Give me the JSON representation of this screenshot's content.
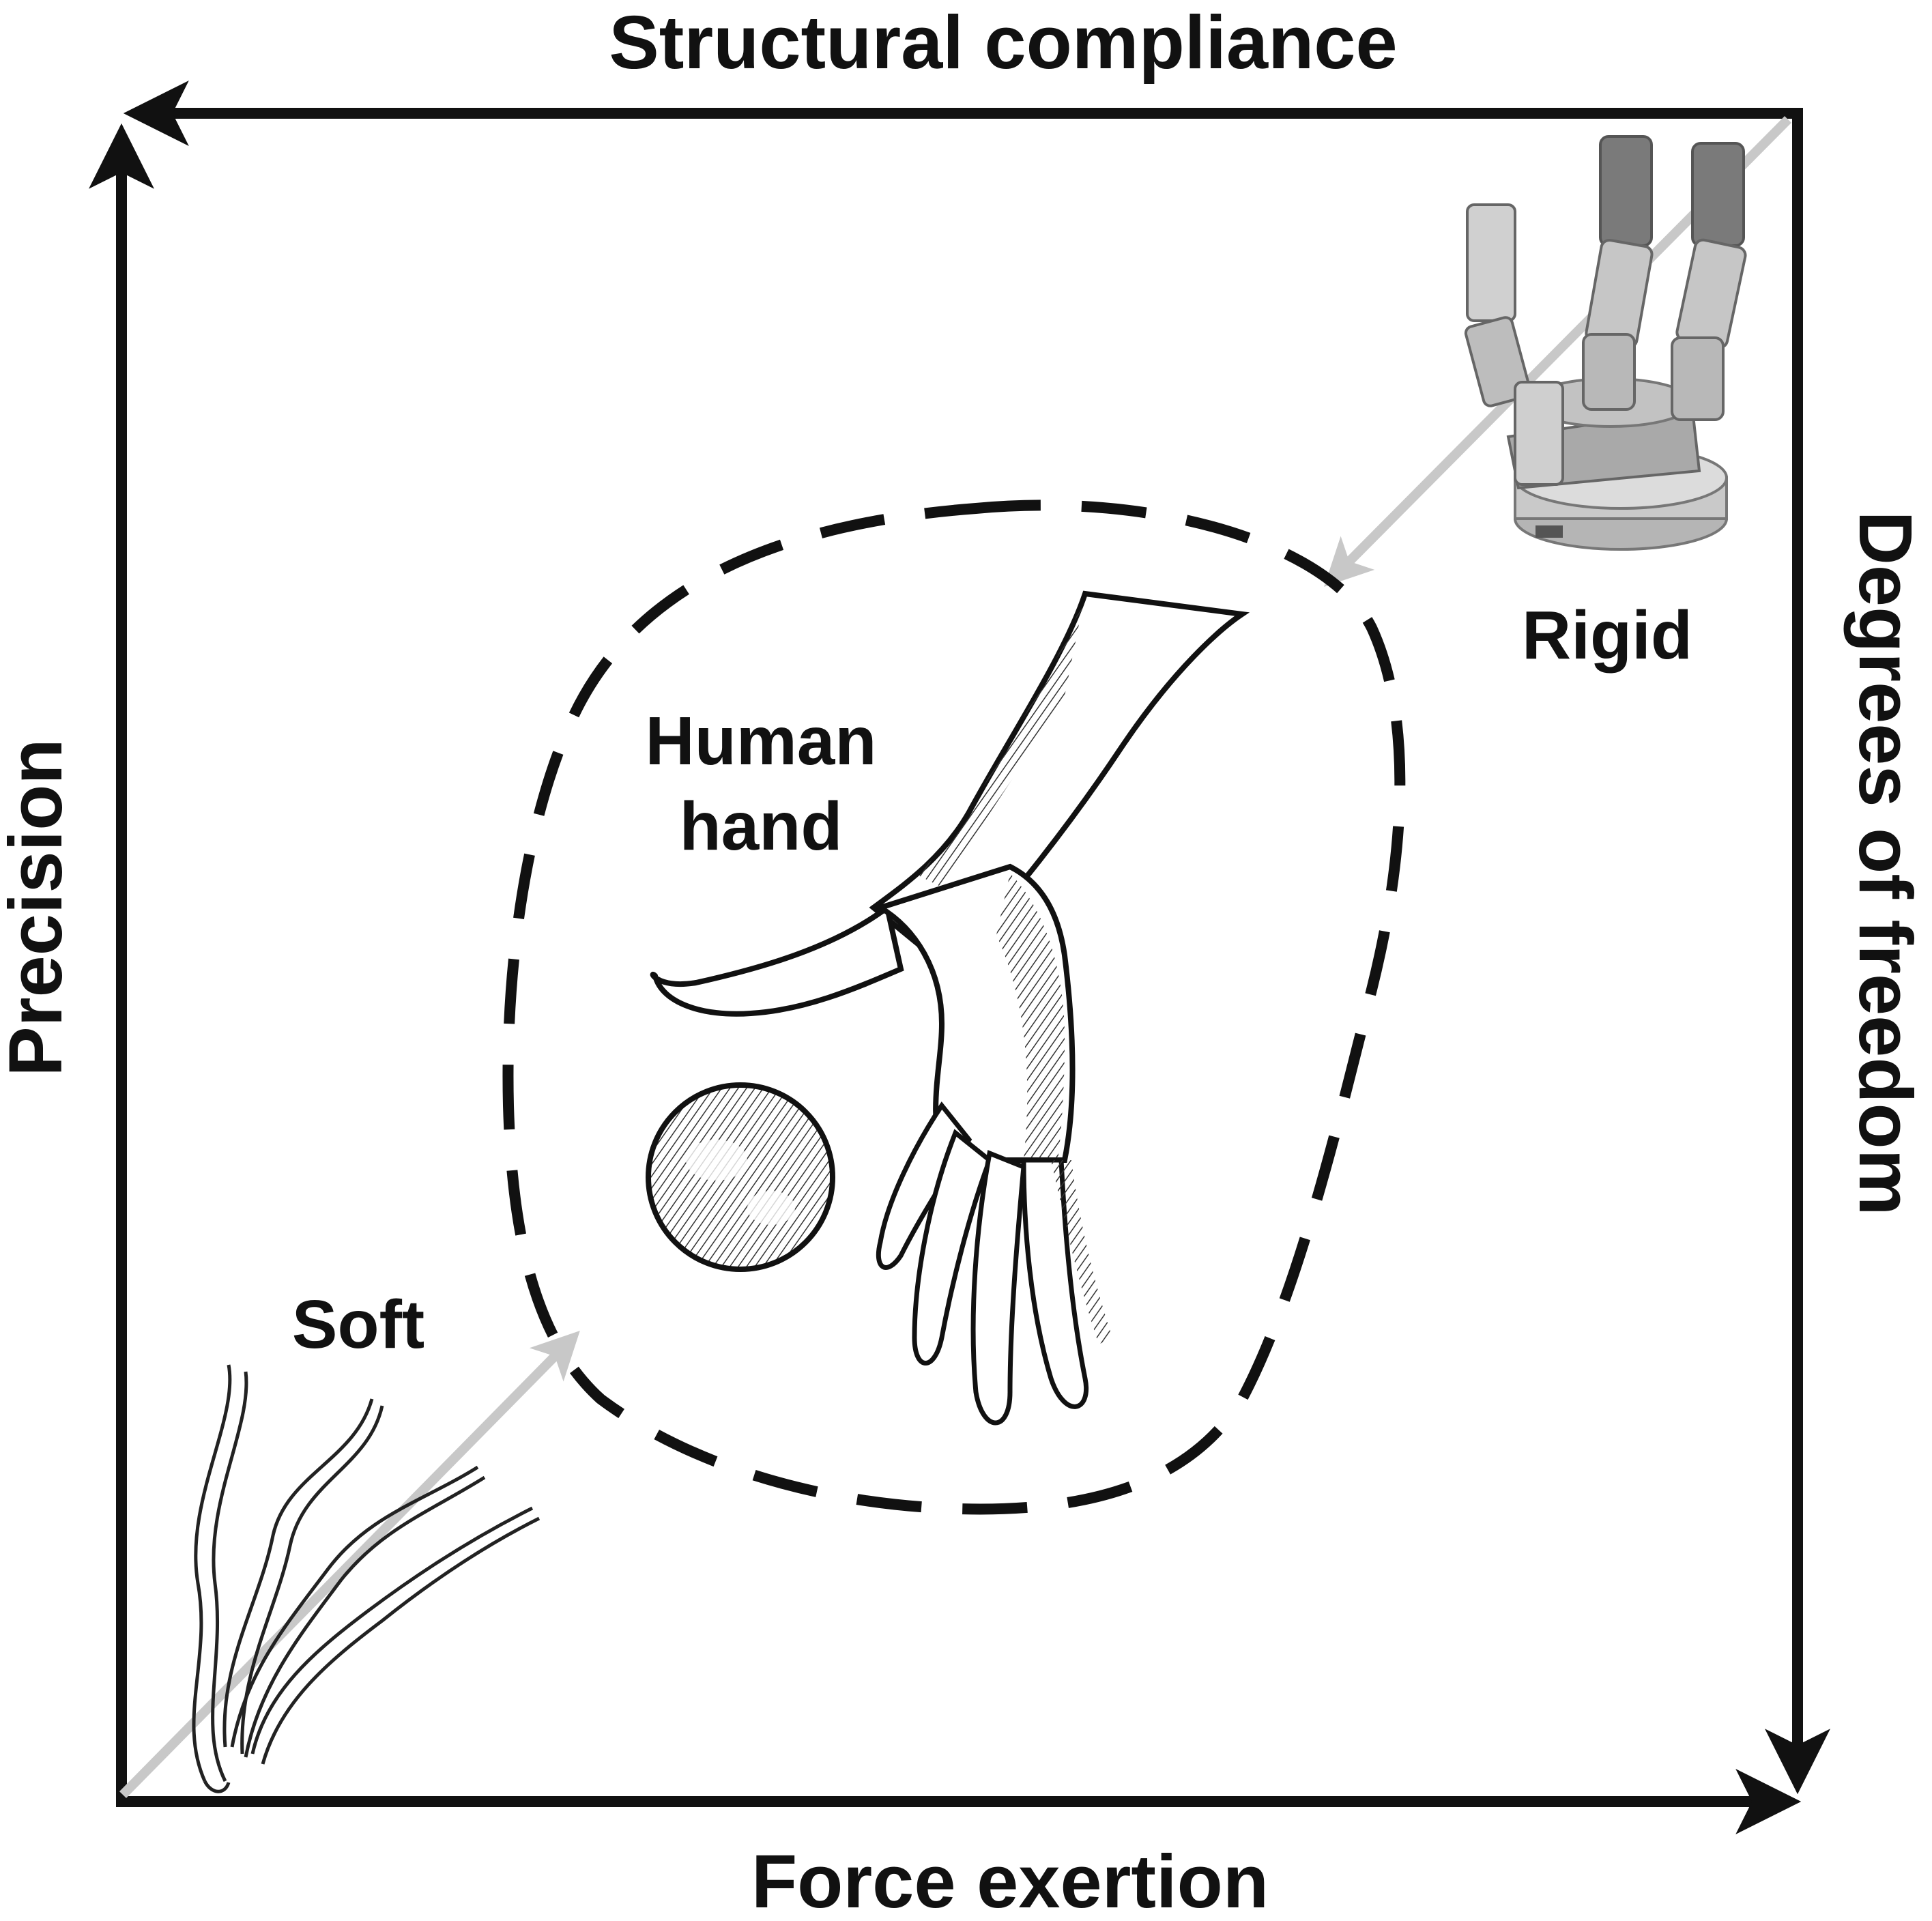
{
  "axes": {
    "top": "Structural compliance",
    "bottom": "Force exertion",
    "left": "Precision",
    "right": "Degrees of freedom"
  },
  "nodes": {
    "rigid": {
      "label": "Rigid",
      "icon": "robotic-gripper-icon"
    },
    "soft": {
      "label": "Soft",
      "icon": "soft-tentacle-gripper-icon"
    },
    "human": {
      "label_line1": "Human",
      "label_line2": "hand",
      "icon": "human-hand-with-ball-icon"
    }
  },
  "colors": {
    "axis": "#111111",
    "arrow_gray": "#c8c8c8",
    "background": "#ffffff"
  }
}
